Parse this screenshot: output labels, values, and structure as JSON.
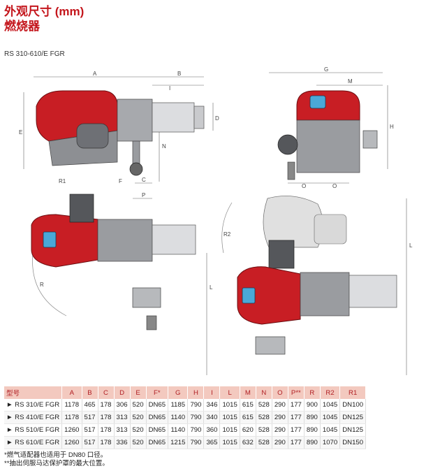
{
  "header": {
    "title_line1": "外观尺寸 (mm)",
    "title_line2": "燃烧器",
    "model_series": "RS 310-610/E FGR"
  },
  "diagram_labels": {
    "A": "A",
    "B": "B",
    "I": "I",
    "D": "D",
    "E": "E",
    "N": "N",
    "F": "F",
    "C": "C",
    "P": "P",
    "R1": "R1",
    "G": "G",
    "M": "M",
    "H": "H",
    "O": "O",
    "L": "L",
    "R": "R",
    "R2": "R2"
  },
  "colors": {
    "burner_red": "#c81e24",
    "header_bg": "#f3c9bf",
    "header_text": "#b01e23",
    "title": "#c4161c"
  },
  "table": {
    "headers": [
      "型号",
      "A",
      "B",
      "C",
      "D",
      "E",
      "F*",
      "G",
      "H",
      "I",
      "L",
      "M",
      "N",
      "O",
      "P**",
      "R",
      "R2",
      "R1"
    ],
    "rows": [
      [
        "► RS 310/E FGR",
        "1178",
        "465",
        "178",
        "306",
        "520",
        "DN65",
        "1185",
        "790",
        "346",
        "1015",
        "615",
        "528",
        "290",
        "177",
        "900",
        "1045",
        "DN100"
      ],
      [
        "► RS 410/E FGR",
        "1178",
        "517",
        "178",
        "313",
        "520",
        "DN65",
        "1140",
        "790",
        "340",
        "1015",
        "615",
        "528",
        "290",
        "177",
        "890",
        "1045",
        "DN125"
      ],
      [
        "► RS 510/E FGR",
        "1260",
        "517",
        "178",
        "313",
        "520",
        "DN65",
        "1140",
        "790",
        "360",
        "1015",
        "620",
        "528",
        "290",
        "177",
        "890",
        "1045",
        "DN125"
      ],
      [
        "► RS 610/E FGR",
        "1260",
        "517",
        "178",
        "336",
        "520",
        "DN65",
        "1215",
        "790",
        "365",
        "1015",
        "632",
        "528",
        "290",
        "177",
        "890",
        "1070",
        "DN150"
      ]
    ]
  },
  "notes": {
    "line1": "*燃气适配器也适用于 DN80 口径。",
    "line2": "**抽出伺服马达保护罩的最大位置。"
  }
}
